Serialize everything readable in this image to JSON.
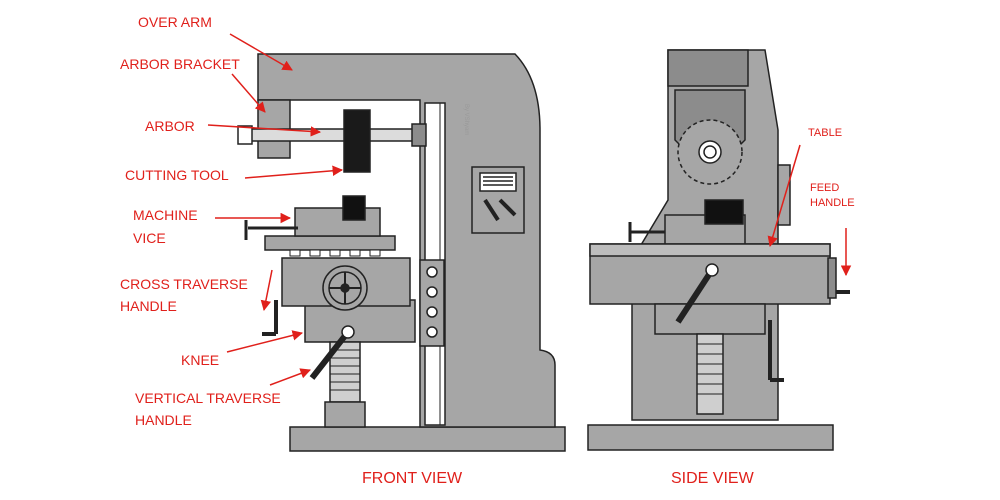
{
  "labels": {
    "over_arm": "OVER ARM",
    "arbor_bracket": "ARBOR BRACKET",
    "arbor": "ARBOR",
    "cutting_tool": "CUTTING TOOL",
    "machine_vice_1": "MACHINE",
    "machine_vice_2": "VICE",
    "cross_traverse_1": "CROSS TRAVERSE",
    "cross_traverse_2": "HANDLE",
    "knee": "KNEE",
    "vertical_traverse_1": "VERTICAL TRAVERSE",
    "vertical_traverse_2": "HANDLE",
    "table": "TABLE",
    "feed_handle_1": "FEED",
    "feed_handle_2": "HANDLE"
  },
  "captions": {
    "front": "FRONT VIEW",
    "side": "SIDE VIEW"
  },
  "signature": "By VShyam",
  "colors": {
    "machine_body": "#a6a6a6",
    "machine_dark": "#8c8c8c",
    "outline": "#222222",
    "label_red": "#e0201b",
    "black_part": "#111111"
  }
}
